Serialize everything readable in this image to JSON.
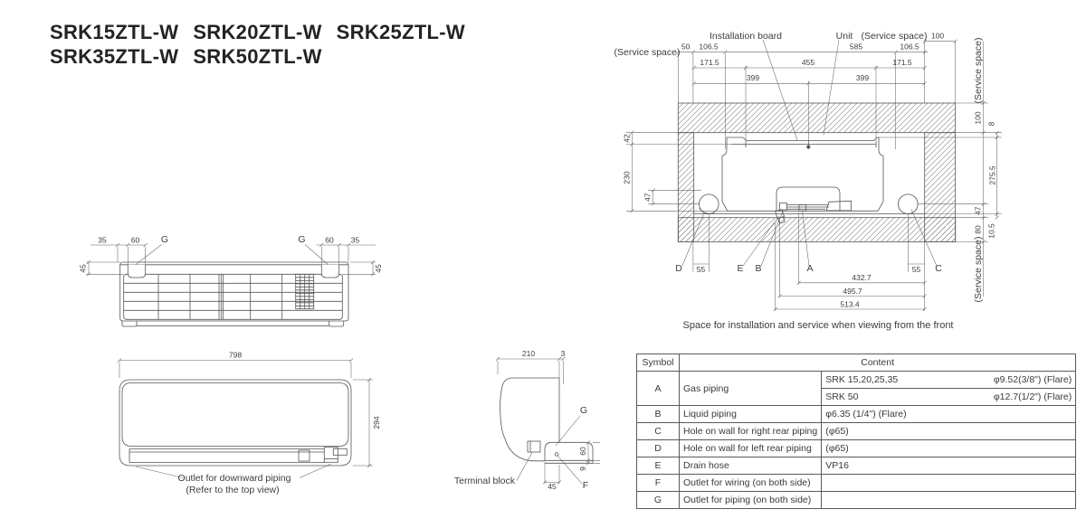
{
  "title": {
    "models_line1": [
      "SRK15ZTL-W",
      "SRK20ZTL-W",
      "SRK25ZTL-W"
    ],
    "models_line2": [
      "SRK35ZTL-W",
      "SRK50ZTL-W"
    ]
  },
  "top_view": {
    "d35_l": "35",
    "d60_l": "60",
    "g_l": "G",
    "g_r": "G",
    "d60_r": "60",
    "d35_r": "35",
    "d45_l": "45",
    "d45_r": "45"
  },
  "front_view": {
    "w": "798",
    "h": "294",
    "outlet1": "Outlet for downward piping",
    "outlet2": "(Refer to the top view)"
  },
  "side_view": {
    "d210": "210",
    "d3": "3",
    "g": "G",
    "f": "F",
    "d60": "60",
    "d9": "9",
    "d45": "45",
    "terminal": "Terminal block"
  },
  "install": {
    "board": "Installation board",
    "unit": "Unit",
    "ss_top": "(Service space)",
    "ss_left": "(Service space)",
    "ss_right": "(Service space)",
    "ss_bottom": "(Service space)",
    "d50": "50",
    "d106l": "106.5",
    "d585": "585",
    "d106r": "106.5",
    "d100t": "100",
    "d171l": "171.5",
    "d455": "455",
    "d171r": "171.5",
    "d399l": "399",
    "d399r": "399",
    "d42": "42",
    "d230": "230",
    "d47l": "47",
    "d100r": "100",
    "d8": "8",
    "d275": "275.5",
    "d47r": "47",
    "d80": "80",
    "d105": "10.5",
    "lD": "D",
    "lE": "E",
    "lB": "B",
    "lA": "A",
    "lC": "C",
    "d55l": "55",
    "d55r": "55",
    "d4327": "432.7",
    "d4957": "495.7",
    "d5134": "513.4",
    "caption": "Space for installation and service when viewing from the front"
  },
  "table": {
    "h_symbol": "Symbol",
    "h_content": "Content",
    "a_sym": "A",
    "a_desc": "Gas piping",
    "a1_l": "SRK 15,20,25,35",
    "a1_r": "φ9.52(3/8\") (Flare)",
    "a2_l": "SRK 50",
    "a2_r": "φ12.7(1/2\") (Flare)",
    "rows": [
      {
        "sym": "B",
        "desc": "Liquid piping",
        "val": "φ6.35 (1/4\") (Flare)"
      },
      {
        "sym": "C",
        "desc": "Hole on wall for right rear piping",
        "val": "(φ65)"
      },
      {
        "sym": "D",
        "desc": "Hole on wall for left rear piping",
        "val": "(φ65)"
      },
      {
        "sym": "E",
        "desc": "Drain hose",
        "val": "VP16"
      },
      {
        "sym": "F",
        "desc": "Outlet for wiring (on both side)",
        "val": ""
      },
      {
        "sym": "G",
        "desc": "Outlet for piping (on both side)",
        "val": ""
      }
    ]
  },
  "colors": {
    "line": "#555555",
    "text": "#3d3d3d",
    "bg": "#ffffff"
  }
}
